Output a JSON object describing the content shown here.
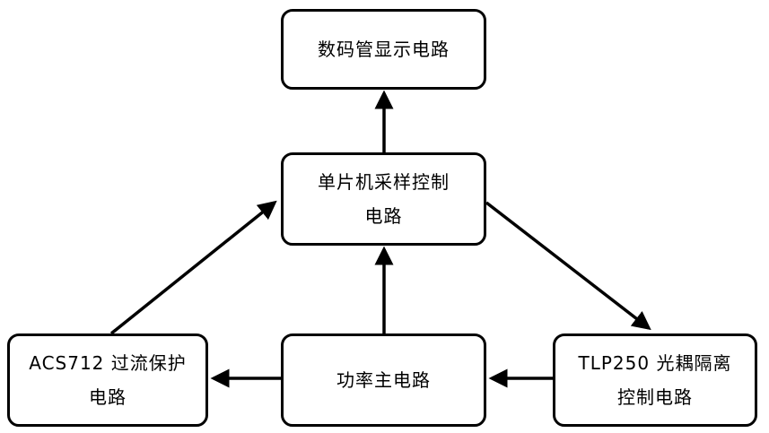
{
  "colors": {
    "stroke": "#000000",
    "background": "#ffffff"
  },
  "nodes": {
    "display": {
      "line1": "数码管显示电路"
    },
    "mcu": {
      "line1": "单片机采样控制",
      "line2": "电路"
    },
    "acs": {
      "line1": "ACS712 过流保护",
      "line2": "电路"
    },
    "power": {
      "line1": "功率主电路"
    },
    "tlp": {
      "line1": "TLP250 光耦隔离",
      "line2": "控制电路"
    }
  },
  "edges": [
    {
      "from": "mcu",
      "to": "display"
    },
    {
      "from": "power",
      "to": "mcu"
    },
    {
      "from": "acs",
      "to": "mcu"
    },
    {
      "from": "mcu",
      "to": "tlp"
    },
    {
      "from": "power",
      "to": "acs"
    },
    {
      "from": "tlp",
      "to": "power"
    }
  ]
}
